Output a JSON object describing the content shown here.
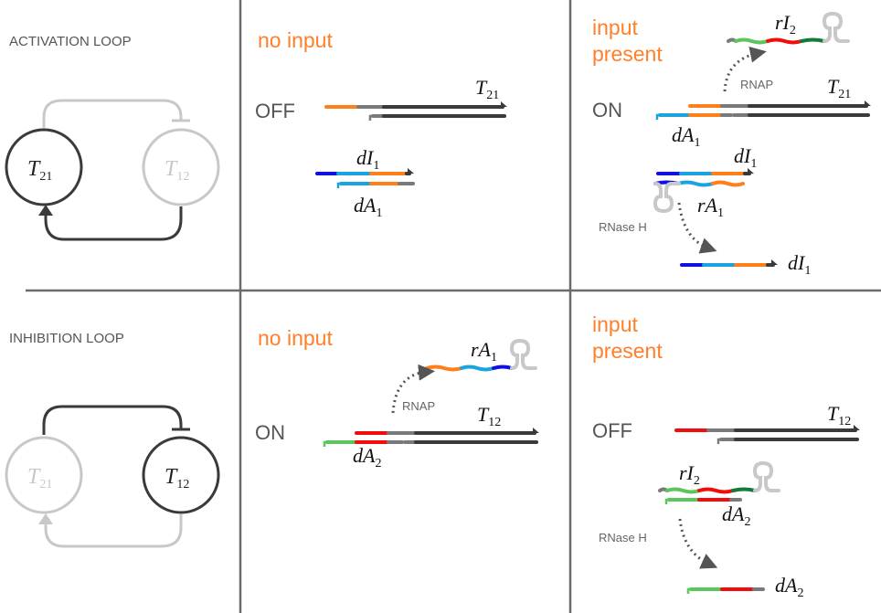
{
  "colors": {
    "orange": "#ff7f1a",
    "label_orange": "#ff7f2a",
    "gray": "#7a7a7a",
    "dark": "#3a3a3a",
    "light_gray": "#c8c8c8",
    "light_blue": "#1aa3df",
    "blue": "#1010e0",
    "green": "#5cc65c",
    "red": "#f20d0d",
    "dark_green": "#137a3a"
  },
  "activation": {
    "title": "ACTIVATION LOOP",
    "node_a": {
      "sym": "T",
      "sub": "21"
    },
    "node_b": {
      "sym": "T",
      "sub": "12"
    },
    "no_input": {
      "heading": "no input",
      "state": "OFF",
      "template": {
        "sym": "T",
        "sub": "21"
      },
      "dI": {
        "sym": "dI",
        "sub": "1"
      },
      "dA": {
        "sym": "dA",
        "sub": "1"
      }
    },
    "input_present": {
      "heading_line1": "input",
      "heading_line2": "present",
      "state": "ON",
      "rI": {
        "sym": "rI",
        "sub": "2"
      },
      "rnap": "RNAP",
      "template": {
        "sym": "T",
        "sub": "21"
      },
      "dA": {
        "sym": "dA",
        "sub": "1"
      },
      "dI": {
        "sym": "dI",
        "sub": "1"
      },
      "rA": {
        "sym": "rA",
        "sub": "1"
      },
      "rnase": "RNase H",
      "dI_out": {
        "sym": "dI",
        "sub": "1"
      }
    }
  },
  "inhibition": {
    "title": "INHIBITION LOOP",
    "node_a": {
      "sym": "T",
      "sub": "21"
    },
    "node_b": {
      "sym": "T",
      "sub": "12"
    },
    "no_input": {
      "heading": "no input",
      "state": "ON",
      "rA": {
        "sym": "rA",
        "sub": "1"
      },
      "rnap": "RNAP",
      "template": {
        "sym": "T",
        "sub": "12"
      },
      "dA": {
        "sym": "dA",
        "sub": "2"
      }
    },
    "input_present": {
      "heading_line1": "input",
      "heading_line2": "present",
      "state": "OFF",
      "template": {
        "sym": "T",
        "sub": "12"
      },
      "rI": {
        "sym": "rI",
        "sub": "2"
      },
      "dA": {
        "sym": "dA",
        "sub": "2"
      },
      "rnase": "RNase H",
      "dA_out": {
        "sym": "dA",
        "sub": "2"
      }
    }
  }
}
